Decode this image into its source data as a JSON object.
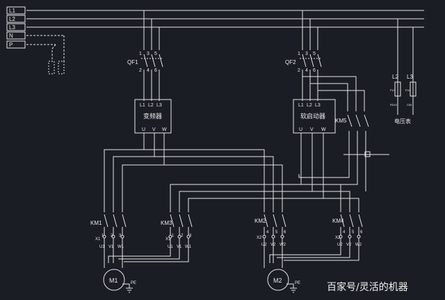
{
  "buses": [
    {
      "label": "L1"
    },
    {
      "label": "L2"
    },
    {
      "label": "L3"
    },
    {
      "label": "N"
    },
    {
      "label": "P"
    }
  ],
  "breakers": [
    {
      "label": "QF1",
      "top_pins": [
        "1",
        "3",
        "5"
      ],
      "bottom_pins": [
        "2",
        "4",
        "6"
      ]
    },
    {
      "label": "QF2",
      "top_pins": [
        "1",
        "3",
        "5"
      ],
      "bottom_pins": [
        "2",
        "4",
        "6"
      ]
    }
  ],
  "vfd": {
    "name": "变频器",
    "inputs": [
      "L1",
      "L2",
      "L3"
    ],
    "outputs": [
      "U",
      "V",
      "W"
    ]
  },
  "soft_starter": {
    "name": "软启动器",
    "inputs": [
      "L1",
      "L2",
      "L3"
    ],
    "outputs": [
      "U",
      "V",
      "W"
    ]
  },
  "bypass_contactor": {
    "label": "KM5"
  },
  "voltmeter": {
    "name": "电压表",
    "fuses": [
      "L2",
      "L3"
    ],
    "fuse_small": [
      "FU1",
      "FU2"
    ],
    "fuse_rating": [
      "RD01",
      "C60"
    ]
  },
  "contactors": [
    {
      "label": "KM1",
      "pins": [
        "1",
        "2",
        "3"
      ],
      "side": "X1",
      "terms": [
        "U1",
        "V1",
        "W1"
      ]
    },
    {
      "label": "KM3",
      "pins": [
        "1",
        "2",
        "3"
      ],
      "side": "X1",
      "terms": [
        "U1",
        "V1",
        "W1"
      ]
    },
    {
      "label": "KM2",
      "pins": [
        "4",
        "5",
        "6"
      ],
      "side": "X2",
      "terms": [
        "U2",
        "V2",
        "W2"
      ]
    },
    {
      "label": "KM4",
      "pins": [
        "4",
        "5",
        "6"
      ],
      "side": "X2",
      "terms": [
        "U2",
        "V2",
        "W2"
      ]
    }
  ],
  "motors": [
    {
      "label": "M1",
      "pe": "PE"
    },
    {
      "label": "M2",
      "pe": "PE"
    }
  ],
  "watermark": "百家号/灵活的机器"
}
